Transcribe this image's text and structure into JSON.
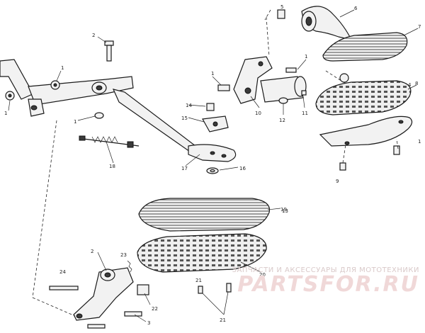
{
  "callouts": {
    "c1a": "1",
    "c1b": "1",
    "c1c": "1",
    "c1d": "1",
    "c1e": "1",
    "c1f": "1",
    "c2a": "2",
    "c2b": "2",
    "c3": "3",
    "c4": "4",
    "c5": "5",
    "c6": "6",
    "c7": "7",
    "c8": "8",
    "c9": "9",
    "c10": "10",
    "c11": "11",
    "c12": "12",
    "c13": "13",
    "c14": "14",
    "c15": "15",
    "c16": "16",
    "c17": "17",
    "c18": "18",
    "c19": "19",
    "c20": "20",
    "c21a": "21",
    "c21b": "21",
    "c22": "22",
    "c23": "23",
    "c24": "24"
  },
  "watermark": {
    "caption": "ЗАПЧАСТИ И АКСЕССУАРЫ ДЛЯ МОТОТЕХНИКИ",
    "logo": "PARTSFOR.RU"
  }
}
